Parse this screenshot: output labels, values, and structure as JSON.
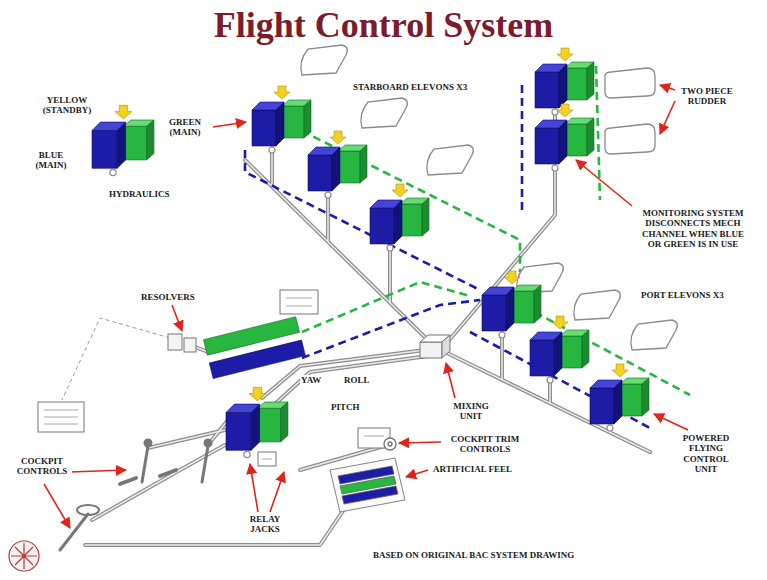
{
  "diagram": {
    "title": "Flight Control System",
    "labels": [
      "YELLOW (STANDBY)",
      "GREEN (MAIN)",
      "STARBOARD ELEVONS X3",
      "TWO PIECE RUDDER",
      "BLUE (MAIN)",
      "HYDRAULICS",
      "MONITORING SYSTEM DISCONNECTS MECH CHANNEL WHEN BLUE OR GREEN IS IN USE",
      "RESOLVERS",
      "PORT ELEVONS X3",
      "YAW",
      "ROLL",
      "PITCH",
      "MIXING UNIT",
      "COCKPIT TRIM CONTROLS",
      "ARTIFICIAL FEEL",
      "POWERED FLYING CONTROL UNIT",
      "COCKPIT CONTROLS",
      "RELAY JACKS",
      "BASED ON ORIGINAL BAC SYSTEM DRAWING"
    ]
  }
}
